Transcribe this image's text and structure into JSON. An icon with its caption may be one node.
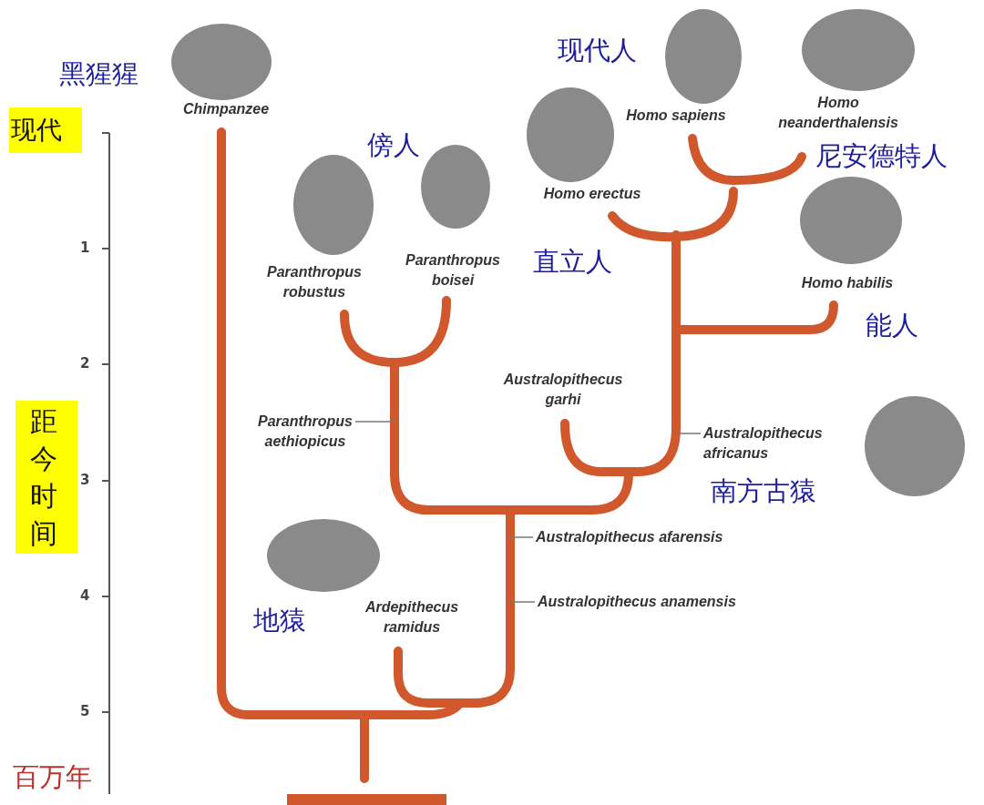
{
  "diagram": {
    "nodes": [
      {
        "text": [
          "Chimpanzee"
        ],
        "beside": [
          "黑猩猩"
        ]
      },
      {
        "text": [
          "Paranthropus robustus"
        ]
      },
      {
        "text": [
          "Paranthropus boisei"
        ]
      },
      {
        "text": [
          "Homo erectus"
        ],
        "beside": [
          "直立人"
        ]
      },
      {
        "text": [
          "Homo sapiens"
        ],
        "beside": [
          "现代人"
        ]
      },
      {
        "text": [
          "Homo neanderthalensis"
        ],
        "beside": [
          "尼安德特人"
        ]
      },
      {
        "text": [
          "Homo habilis"
        ],
        "beside": [
          "能人"
        ]
      },
      {
        "text": [
          "Australopithecus garhi"
        ]
      },
      {
        "text": [
          "Paranthropus aethiopicus"
        ]
      },
      {
        "text": [
          "Australopithecus africanus"
        ],
        "beside": [
          "南方古猿"
        ]
      },
      {
        "text": [
          "Australopithecus afarensis"
        ]
      },
      {
        "text": [
          "Australopithecus anamensis"
        ]
      },
      {
        "text": [
          "Ardepithecus ramidus"
        ],
        "beside": [
          "地猿"
        ]
      }
    ],
    "edges": [
      {
        "from": 8,
        "to": null,
        "arrow": "none"
      },
      {
        "from": 9,
        "to": null,
        "arrow": "none"
      },
      {
        "from": 10,
        "to": null,
        "arrow": "none"
      },
      {
        "from": 11,
        "to": null,
        "arrow": "none"
      }
    ],
    "labels": [
      "现代",
      "傍人",
      "1",
      "2",
      "距今时间",
      "3",
      "4",
      "5",
      "百万年"
    ]
  }
}
